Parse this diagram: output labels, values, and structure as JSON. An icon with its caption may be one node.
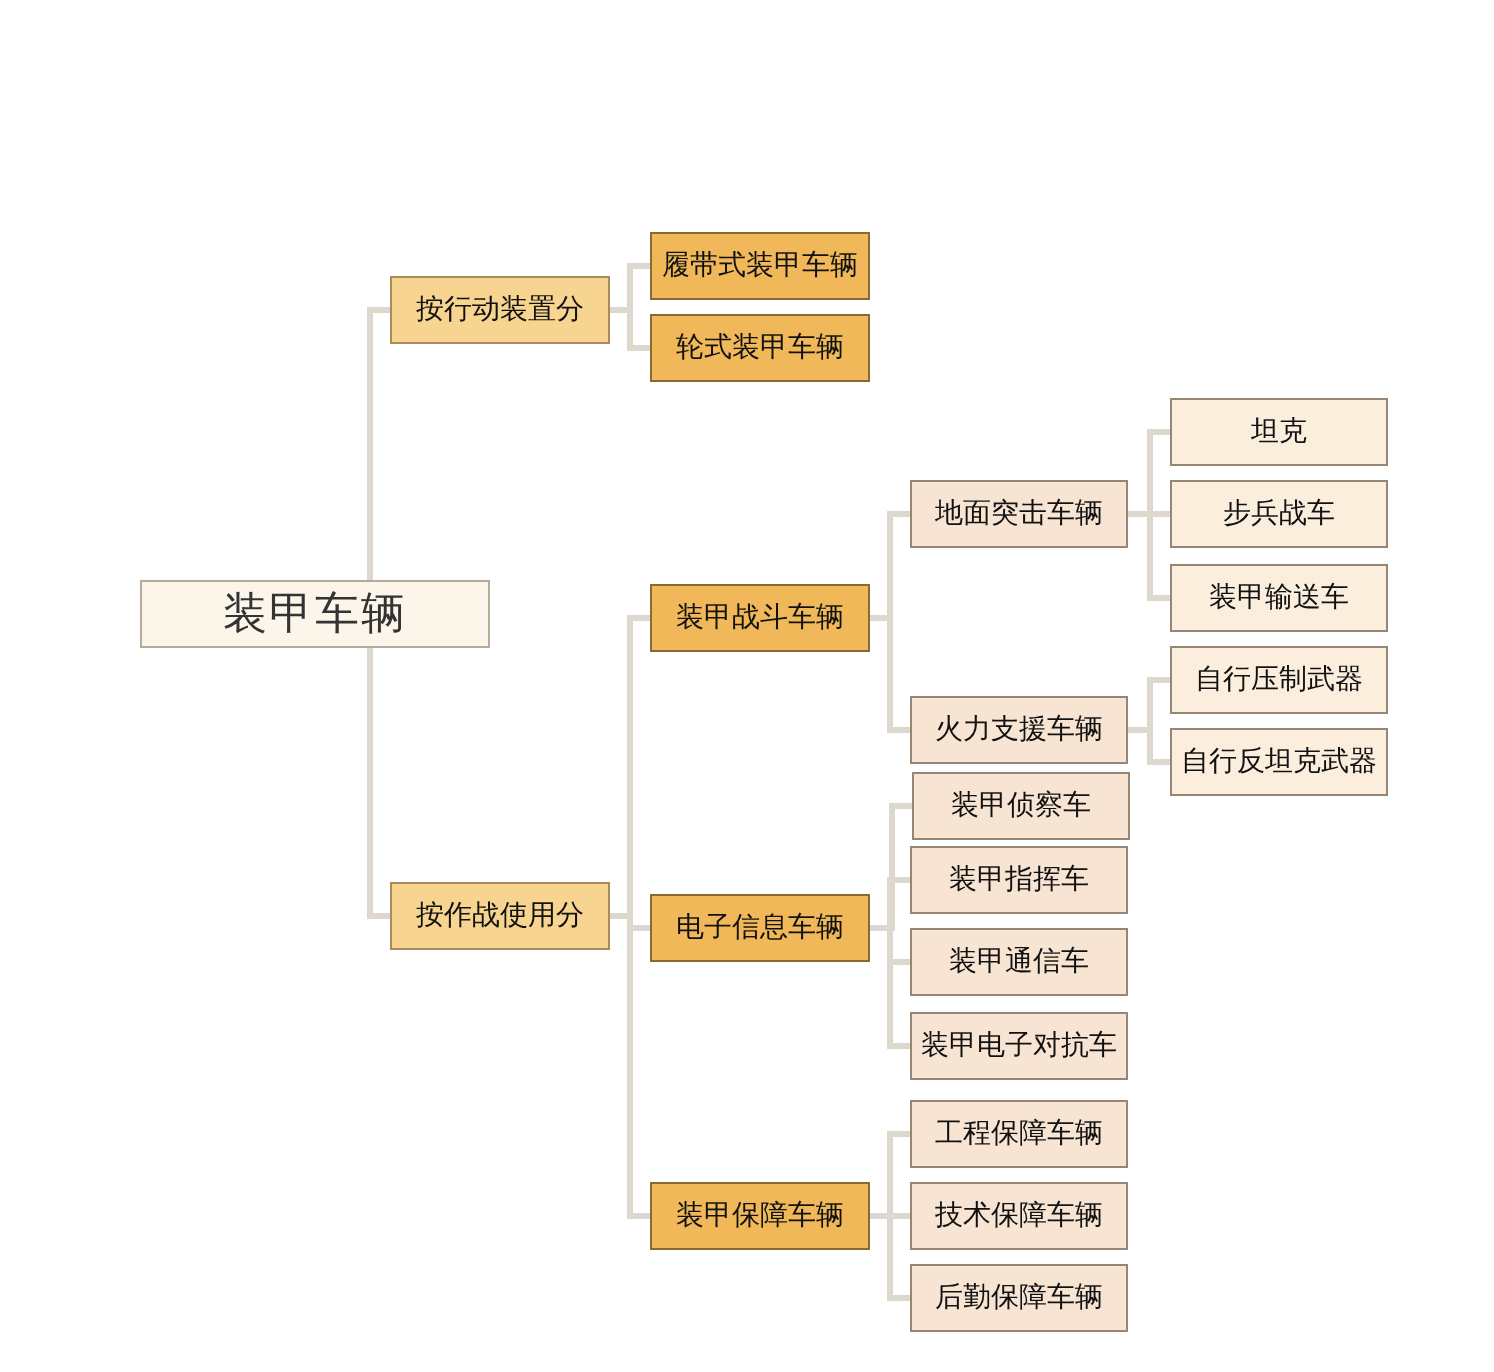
{
  "diagram": {
    "nodes": [
      {
        "text": [
          "装甲车辆"
        ]
      },
      {
        "text": [
          "按行动装置分"
        ]
      },
      {
        "text": [
          "履带式装甲车辆"
        ]
      },
      {
        "text": [
          "轮式装甲车辆"
        ]
      },
      {
        "text": [
          "按作战使用分"
        ]
      },
      {
        "text": [
          "装甲战斗车辆"
        ]
      },
      {
        "text": [
          "地面突击车辆"
        ]
      },
      {
        "text": [
          "坦克"
        ]
      },
      {
        "text": [
          "步兵战车"
        ]
      },
      {
        "text": [
          "装甲输送车"
        ]
      },
      {
        "text": [
          "火力支援车辆"
        ]
      },
      {
        "text": [
          "自行压制武器"
        ]
      },
      {
        "text": [
          "自行反坦克武器"
        ]
      },
      {
        "text": [
          "电子信息车辆"
        ]
      },
      {
        "text": [
          "装甲侦察车"
        ]
      },
      {
        "text": [
          "装甲指挥车"
        ]
      },
      {
        "text": [
          "装甲通信车"
        ]
      },
      {
        "text": [
          "装甲电子对抗车"
        ]
      },
      {
        "text": [
          "装甲保障车辆"
        ]
      },
      {
        "text": [
          "工程保障车辆"
        ]
      },
      {
        "text": [
          "技术保障车辆"
        ]
      },
      {
        "text": [
          "后勤保障车辆"
        ]
      }
    ],
    "edges": [
      {
        "from": 0,
        "to": 1,
        "arrow": "none"
      },
      {
        "from": 0,
        "to": 4,
        "arrow": "none"
      },
      {
        "from": 1,
        "to": 2,
        "arrow": "none"
      },
      {
        "from": 1,
        "to": 3,
        "arrow": "none"
      },
      {
        "from": 4,
        "to": 5,
        "arrow": "none"
      },
      {
        "from": 4,
        "to": 13,
        "arrow": "none"
      },
      {
        "from": 4,
        "to": 18,
        "arrow": "none"
      },
      {
        "from": 5,
        "to": 6,
        "arrow": "none"
      },
      {
        "from": 5,
        "to": 10,
        "arrow": "none"
      },
      {
        "from": 6,
        "to": 7,
        "arrow": "none"
      },
      {
        "from": 6,
        "to": 8,
        "arrow": "none"
      },
      {
        "from": 6,
        "to": 9,
        "arrow": "none"
      },
      {
        "from": 10,
        "to": 11,
        "arrow": "none"
      },
      {
        "from": 10,
        "to": 12,
        "arrow": "none"
      },
      {
        "from": 13,
        "to": 14,
        "arrow": "none"
      },
      {
        "from": 13,
        "to": 15,
        "arrow": "none"
      },
      {
        "from": 13,
        "to": 16,
        "arrow": "none"
      },
      {
        "from": 13,
        "to": 17,
        "arrow": "none"
      },
      {
        "from": 18,
        "to": 19,
        "arrow": "none"
      },
      {
        "from": 18,
        "to": 20,
        "arrow": "none"
      },
      {
        "from": 18,
        "to": 21,
        "arrow": "none"
      }
    ]
  }
}
